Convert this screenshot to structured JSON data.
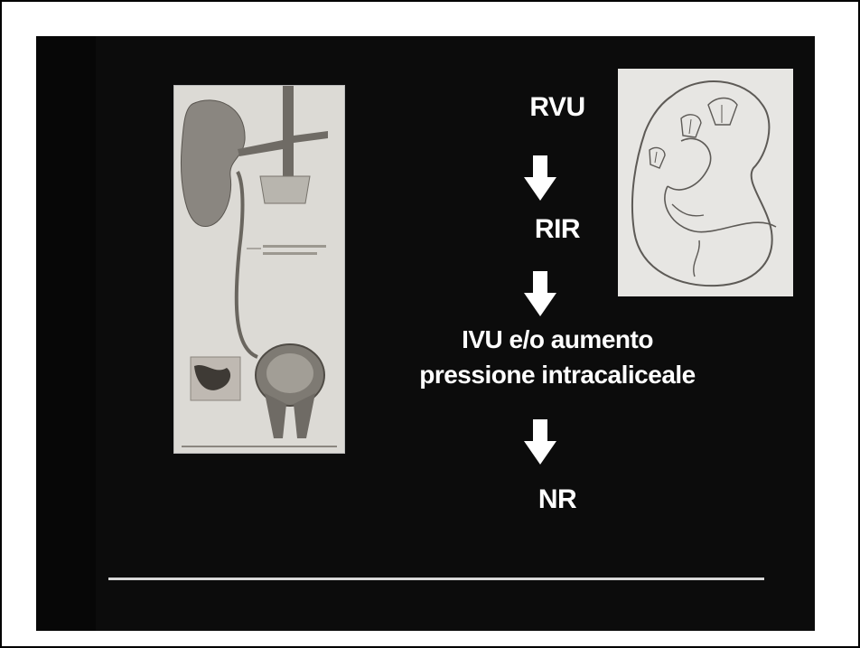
{
  "slide": {
    "line1": "RVU",
    "line2": "RIR",
    "line3a": "IVU e/o aumento",
    "line3b": "pressione intracaliceale",
    "line4": "NR",
    "arrow_icon": "down-arrow-icon"
  },
  "images": {
    "left": "urinary tract illustration",
    "right": "kidney line drawing"
  },
  "colors": {
    "slide_background": "#0c0c0c",
    "text": "#ffffff",
    "rule": "#d8d8d8"
  }
}
